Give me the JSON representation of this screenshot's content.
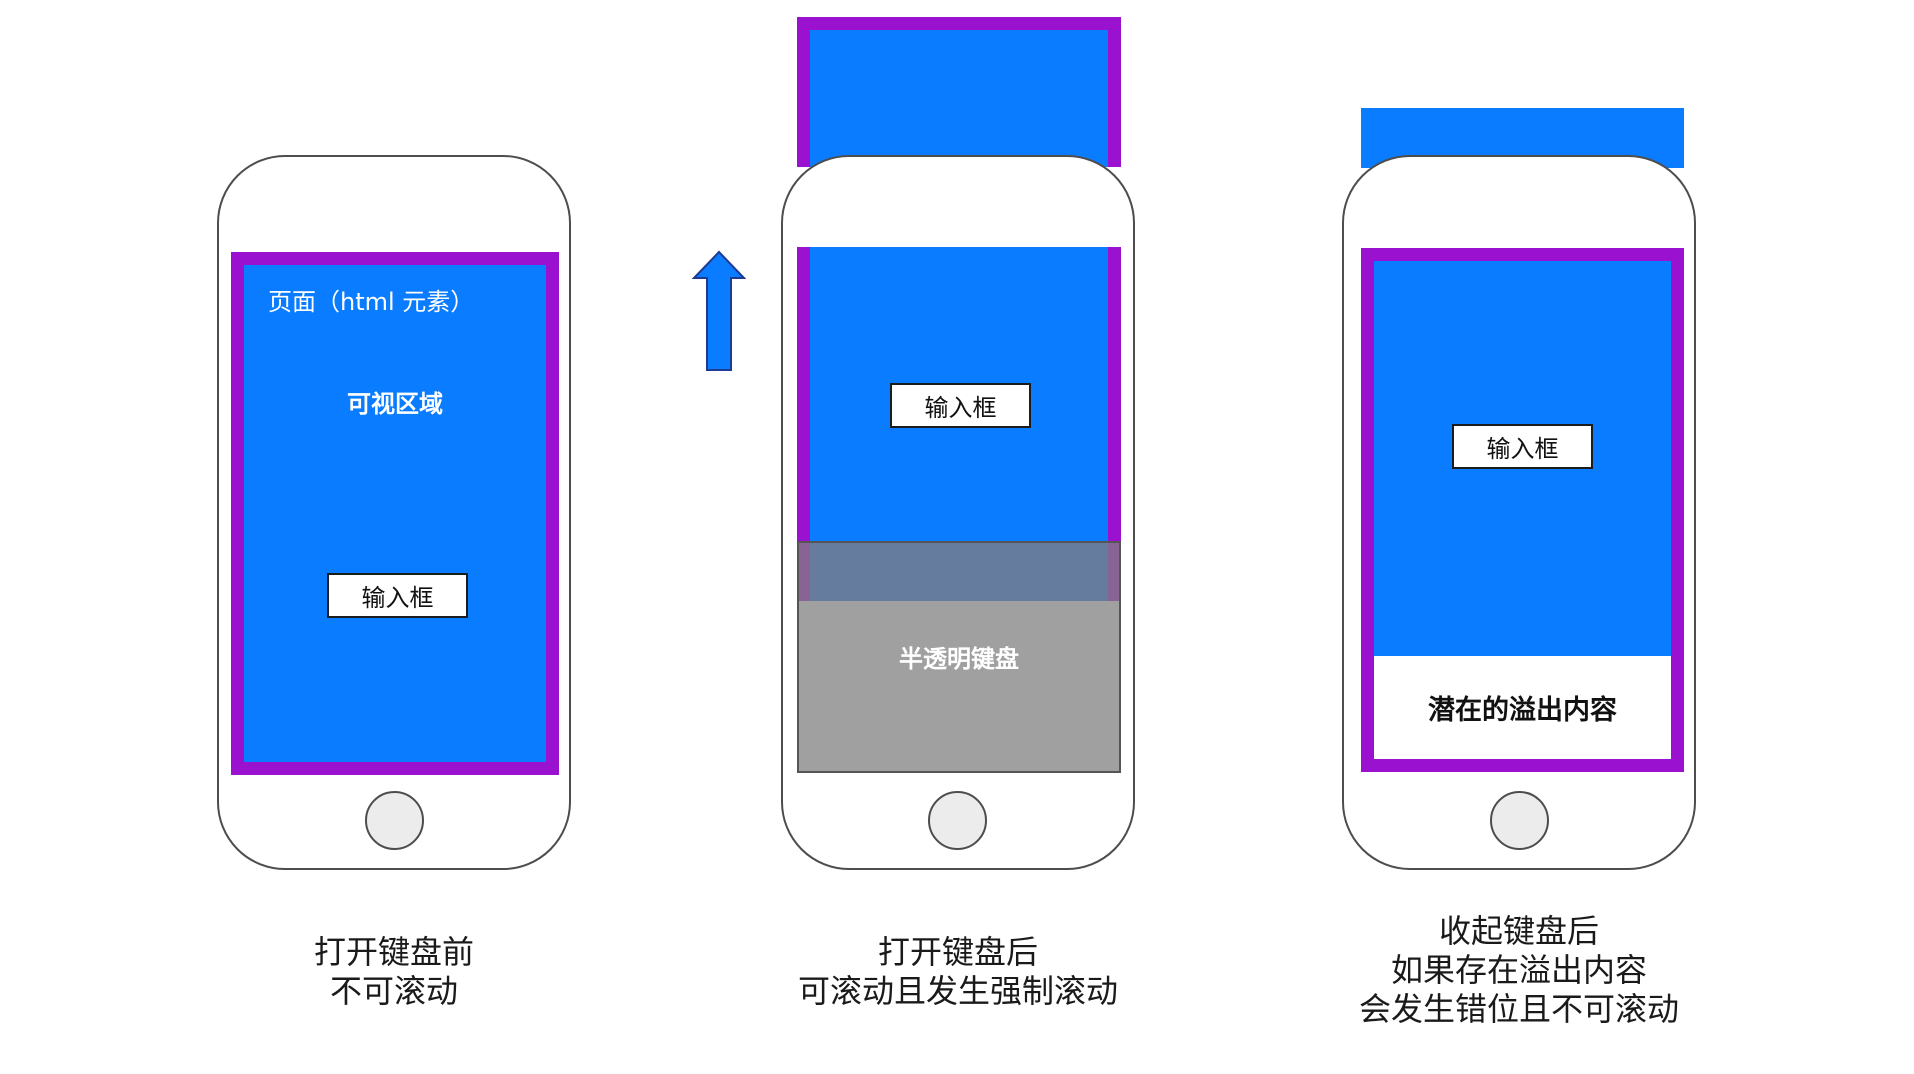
{
  "phone1": {
    "page_label": "页面（html 元素）",
    "viewport_label": "可视区域",
    "input_label": "输入框",
    "caption_line1": "打开键盘前",
    "caption_line2": "不可滚动"
  },
  "phone2": {
    "input_label": "输入框",
    "keyboard_label": "半透明键盘",
    "caption_line1": "打开键盘后",
    "caption_line2": "可滚动且发生强制滚动"
  },
  "phone3": {
    "input_label": "输入框",
    "overflow_label": "潜在的溢出内容",
    "caption_line1": "收起键盘后",
    "caption_line2": "如果存在溢出内容",
    "caption_line3": "会发生错位且不可滚动"
  },
  "colors": {
    "page_blue": "#0a7cff",
    "frame_purple": "#9a12cf",
    "keyboard_gray": "#808080",
    "phone_outline": "#4d4d4d"
  },
  "icons": {
    "scroll_arrow": "arrow-up-icon"
  }
}
